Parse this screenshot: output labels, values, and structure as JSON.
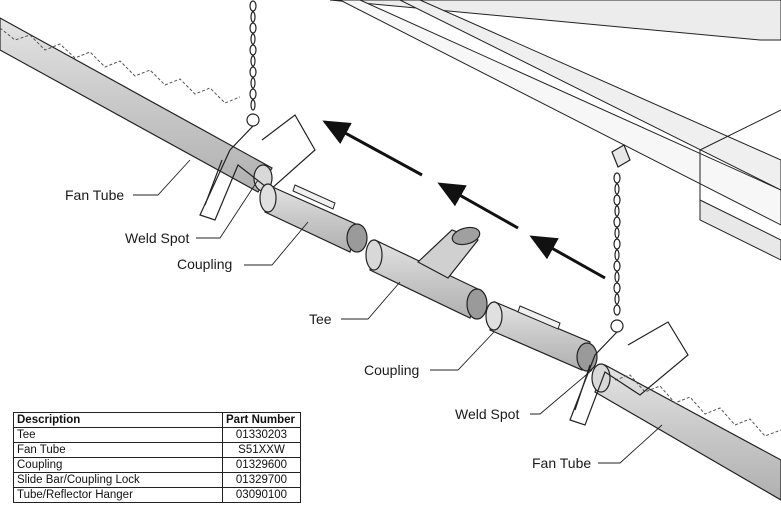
{
  "labels": {
    "fan_tube_left": "Fan Tube",
    "weld_spot_left": "Weld Spot",
    "coupling_left": "Coupling",
    "tee": "Tee",
    "coupling_right": "Coupling",
    "weld_spot_right": "Weld Spot",
    "fan_tube_right": "Fan Tube"
  },
  "parts_table": {
    "headers": [
      "Description",
      "Part Number"
    ],
    "rows": [
      {
        "description": "Tee",
        "part_number": "01330203"
      },
      {
        "description": "Fan Tube",
        "part_number": "S51XXW"
      },
      {
        "description": "Coupling",
        "part_number": "01329600"
      },
      {
        "description": "Slide Bar/Coupling Lock",
        "part_number": "01329700"
      },
      {
        "description": "Tube/Reflector Hanger",
        "part_number": "03090100"
      }
    ]
  },
  "colors": {
    "line": "#1a1a1a",
    "tube_fill": "#cfcfcf",
    "reflector_fill": "#f2f2f2"
  }
}
